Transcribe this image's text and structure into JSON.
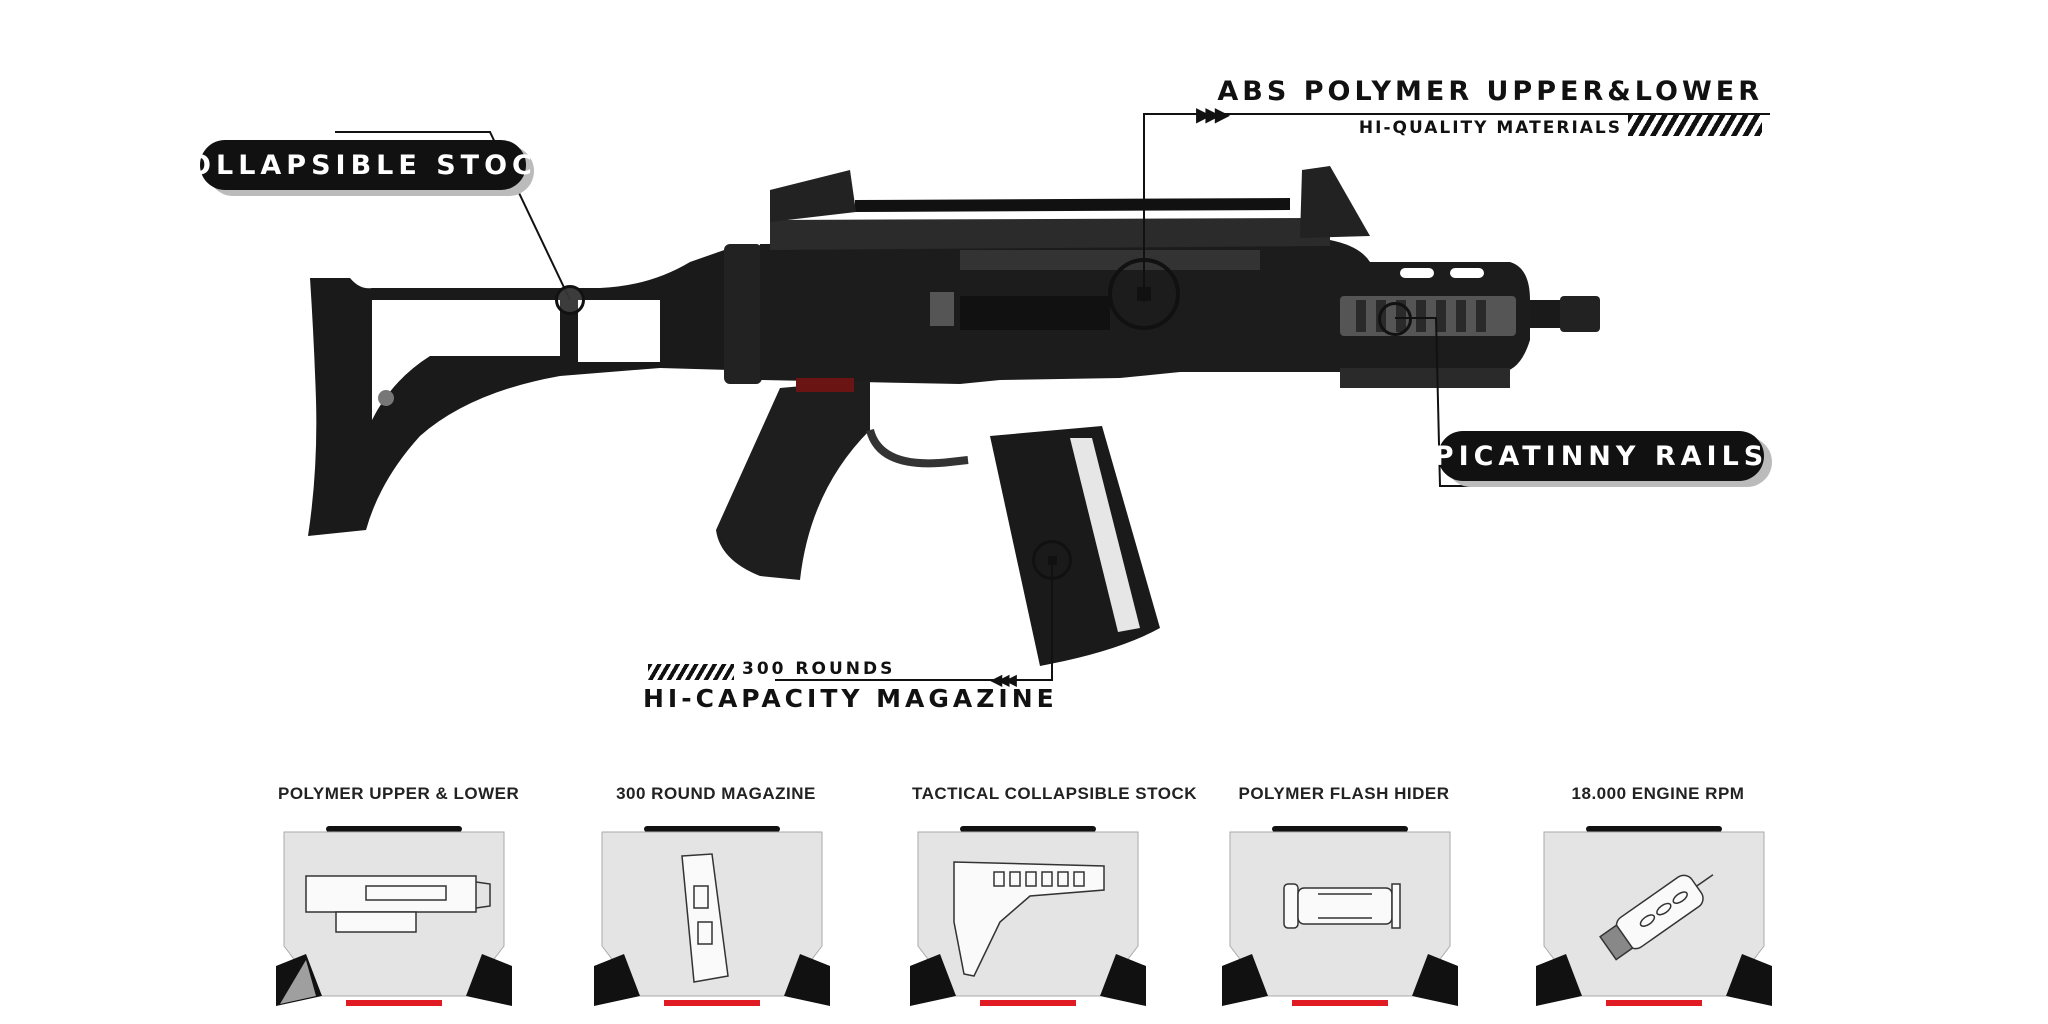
{
  "callouts": {
    "stock": "COLLAPSIBLE STOCK",
    "upper_title": "ABS POLYMER UPPER&LOWER",
    "upper_sub": "HI-QUALITY MATERIALS",
    "rails": "PICATINNY RAILS",
    "mag_sub": "300 ROUNDS",
    "mag_title": "HI-CAPACITY MAGAZINE"
  },
  "features": [
    {
      "label": "POLYMER UPPER & LOWER",
      "icon": "receiver-icon"
    },
    {
      "label": "300  ROUND MAGAZINE",
      "icon": "magazine-icon"
    },
    {
      "label": "TACTICAL COLLAPSIBLE STOCK",
      "icon": "stock-icon"
    },
    {
      "label": "POLYMER FLASH HIDER",
      "icon": "flash-hider-icon"
    },
    {
      "label": "18.000 ENGINE RPM",
      "icon": "motor-icon"
    }
  ],
  "colors": {
    "accent": "#e01b24",
    "dark": "#111111",
    "card": "#e4e4e4"
  }
}
